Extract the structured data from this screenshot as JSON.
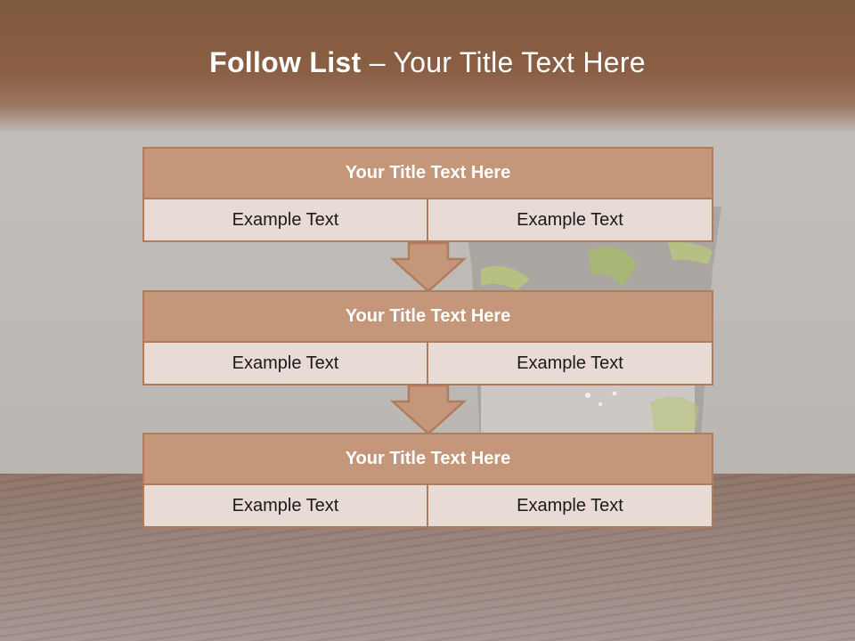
{
  "title": {
    "bold": "Follow List",
    "rest": " – Your Title Text Here"
  },
  "blocks": [
    {
      "heading": "Your Title Text Here",
      "left": "Example Text",
      "right": "Example Text"
    },
    {
      "heading": "Your Title Text Here",
      "left": "Example Text",
      "right": "Example Text"
    },
    {
      "heading": "Your Title Text Here",
      "left": "Example Text",
      "right": "Example Text"
    }
  ],
  "colors": {
    "header_fill": "#c4977a",
    "cell_fill": "#e8dad4",
    "border": "#b27c5b",
    "top_band": "#8a5f44"
  }
}
